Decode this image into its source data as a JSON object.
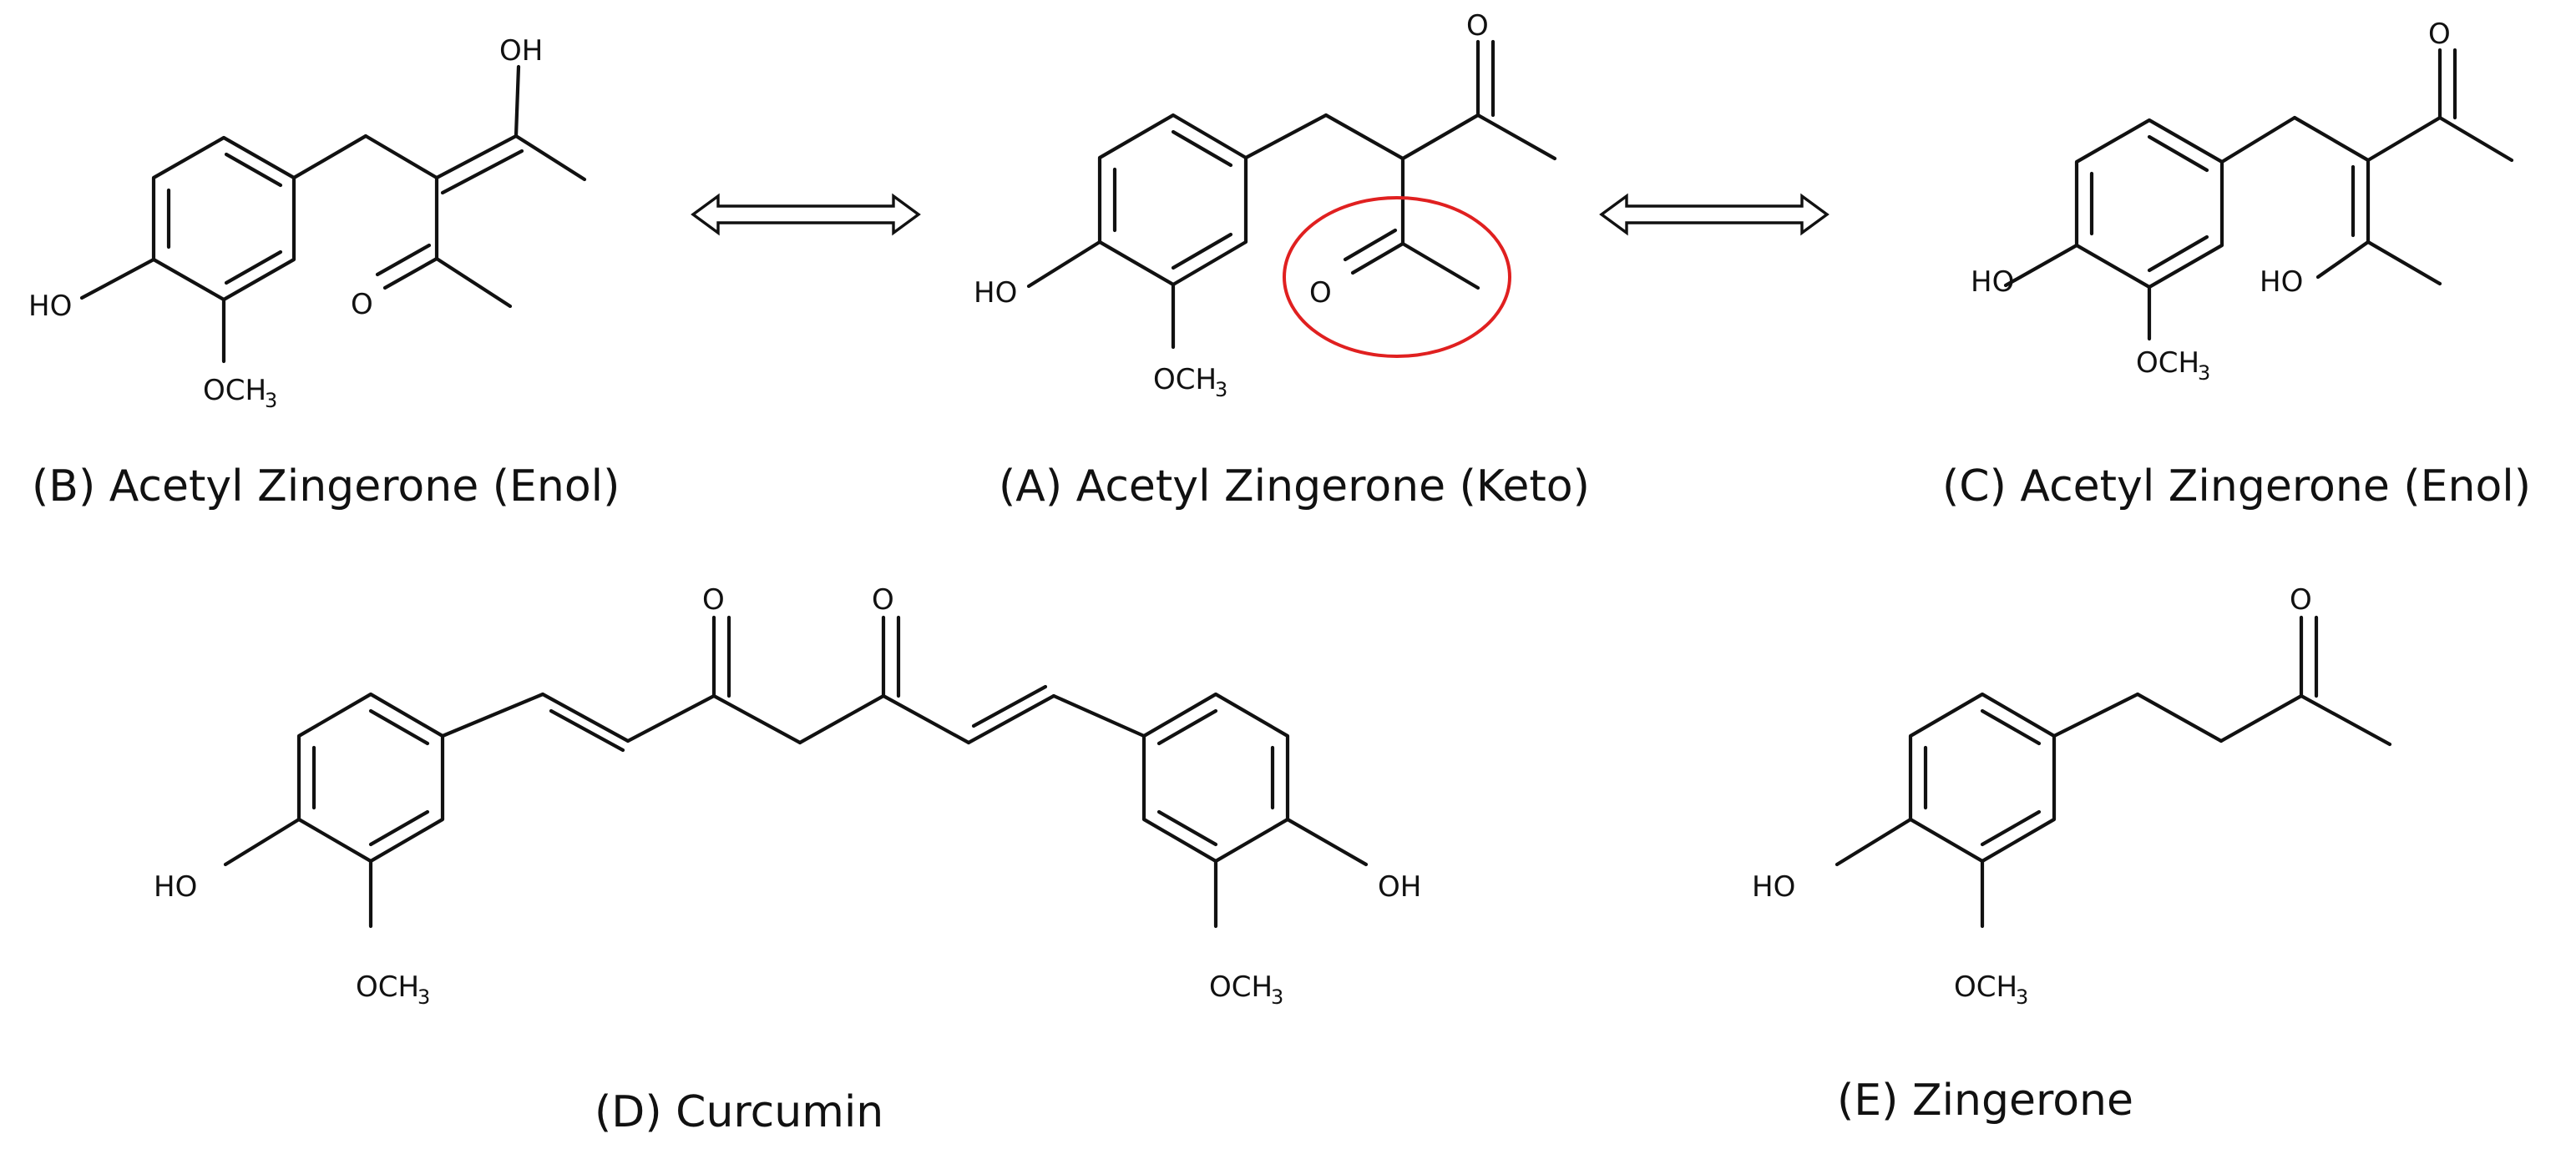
{
  "labels": {
    "oh": "OH",
    "ho": "HO",
    "o": "O",
    "och": "OCH",
    "sub3": "3"
  },
  "captions": {
    "b": "(B) Acetyl Zingerone (Enol)",
    "a": "(A) Acetyl Zingerone (Keto)",
    "c": "(C) Acetyl Zingerone (Enol)",
    "d": "(D) Curcumin",
    "e": "(E) Zingerone"
  },
  "colors": {
    "ink": "#111111",
    "highlight": "#e02020",
    "background": "#ffffff"
  },
  "arrows": [
    "double-headed-arrow",
    "double-headed-arrow"
  ],
  "highlight": "red-ellipse-around-ketone"
}
